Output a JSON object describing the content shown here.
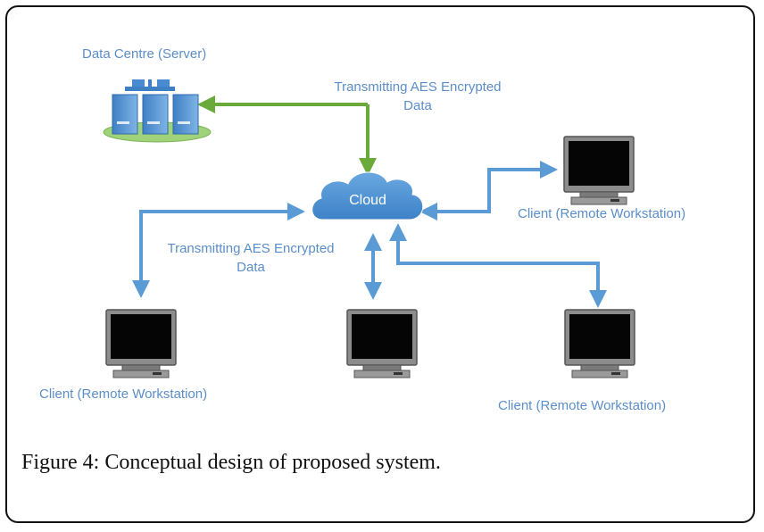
{
  "nodes": {
    "server_label": "Data Centre (Server)",
    "cloud_label": "Cloud",
    "client_top_right_label": "Client (Remote Workstation)",
    "client_bottom_left_label": "Client (Remote Workstation)",
    "client_bottom_right_label": "Client (Remote Workstation)"
  },
  "edges": {
    "server_link_label_line1": "Transmitting AES Encrypted",
    "server_link_label_line2": "Data",
    "client_link_label_line1": "Transmitting AES Encrypted",
    "client_link_label_line2": "Data"
  },
  "caption": {
    "prefix": "Figure 4:",
    "text": " Conceptual design of proposed system."
  },
  "colors": {
    "server_link": "#6aaa3a",
    "client_link": "#5b9bd5",
    "label_text": "#5b8ec9"
  }
}
